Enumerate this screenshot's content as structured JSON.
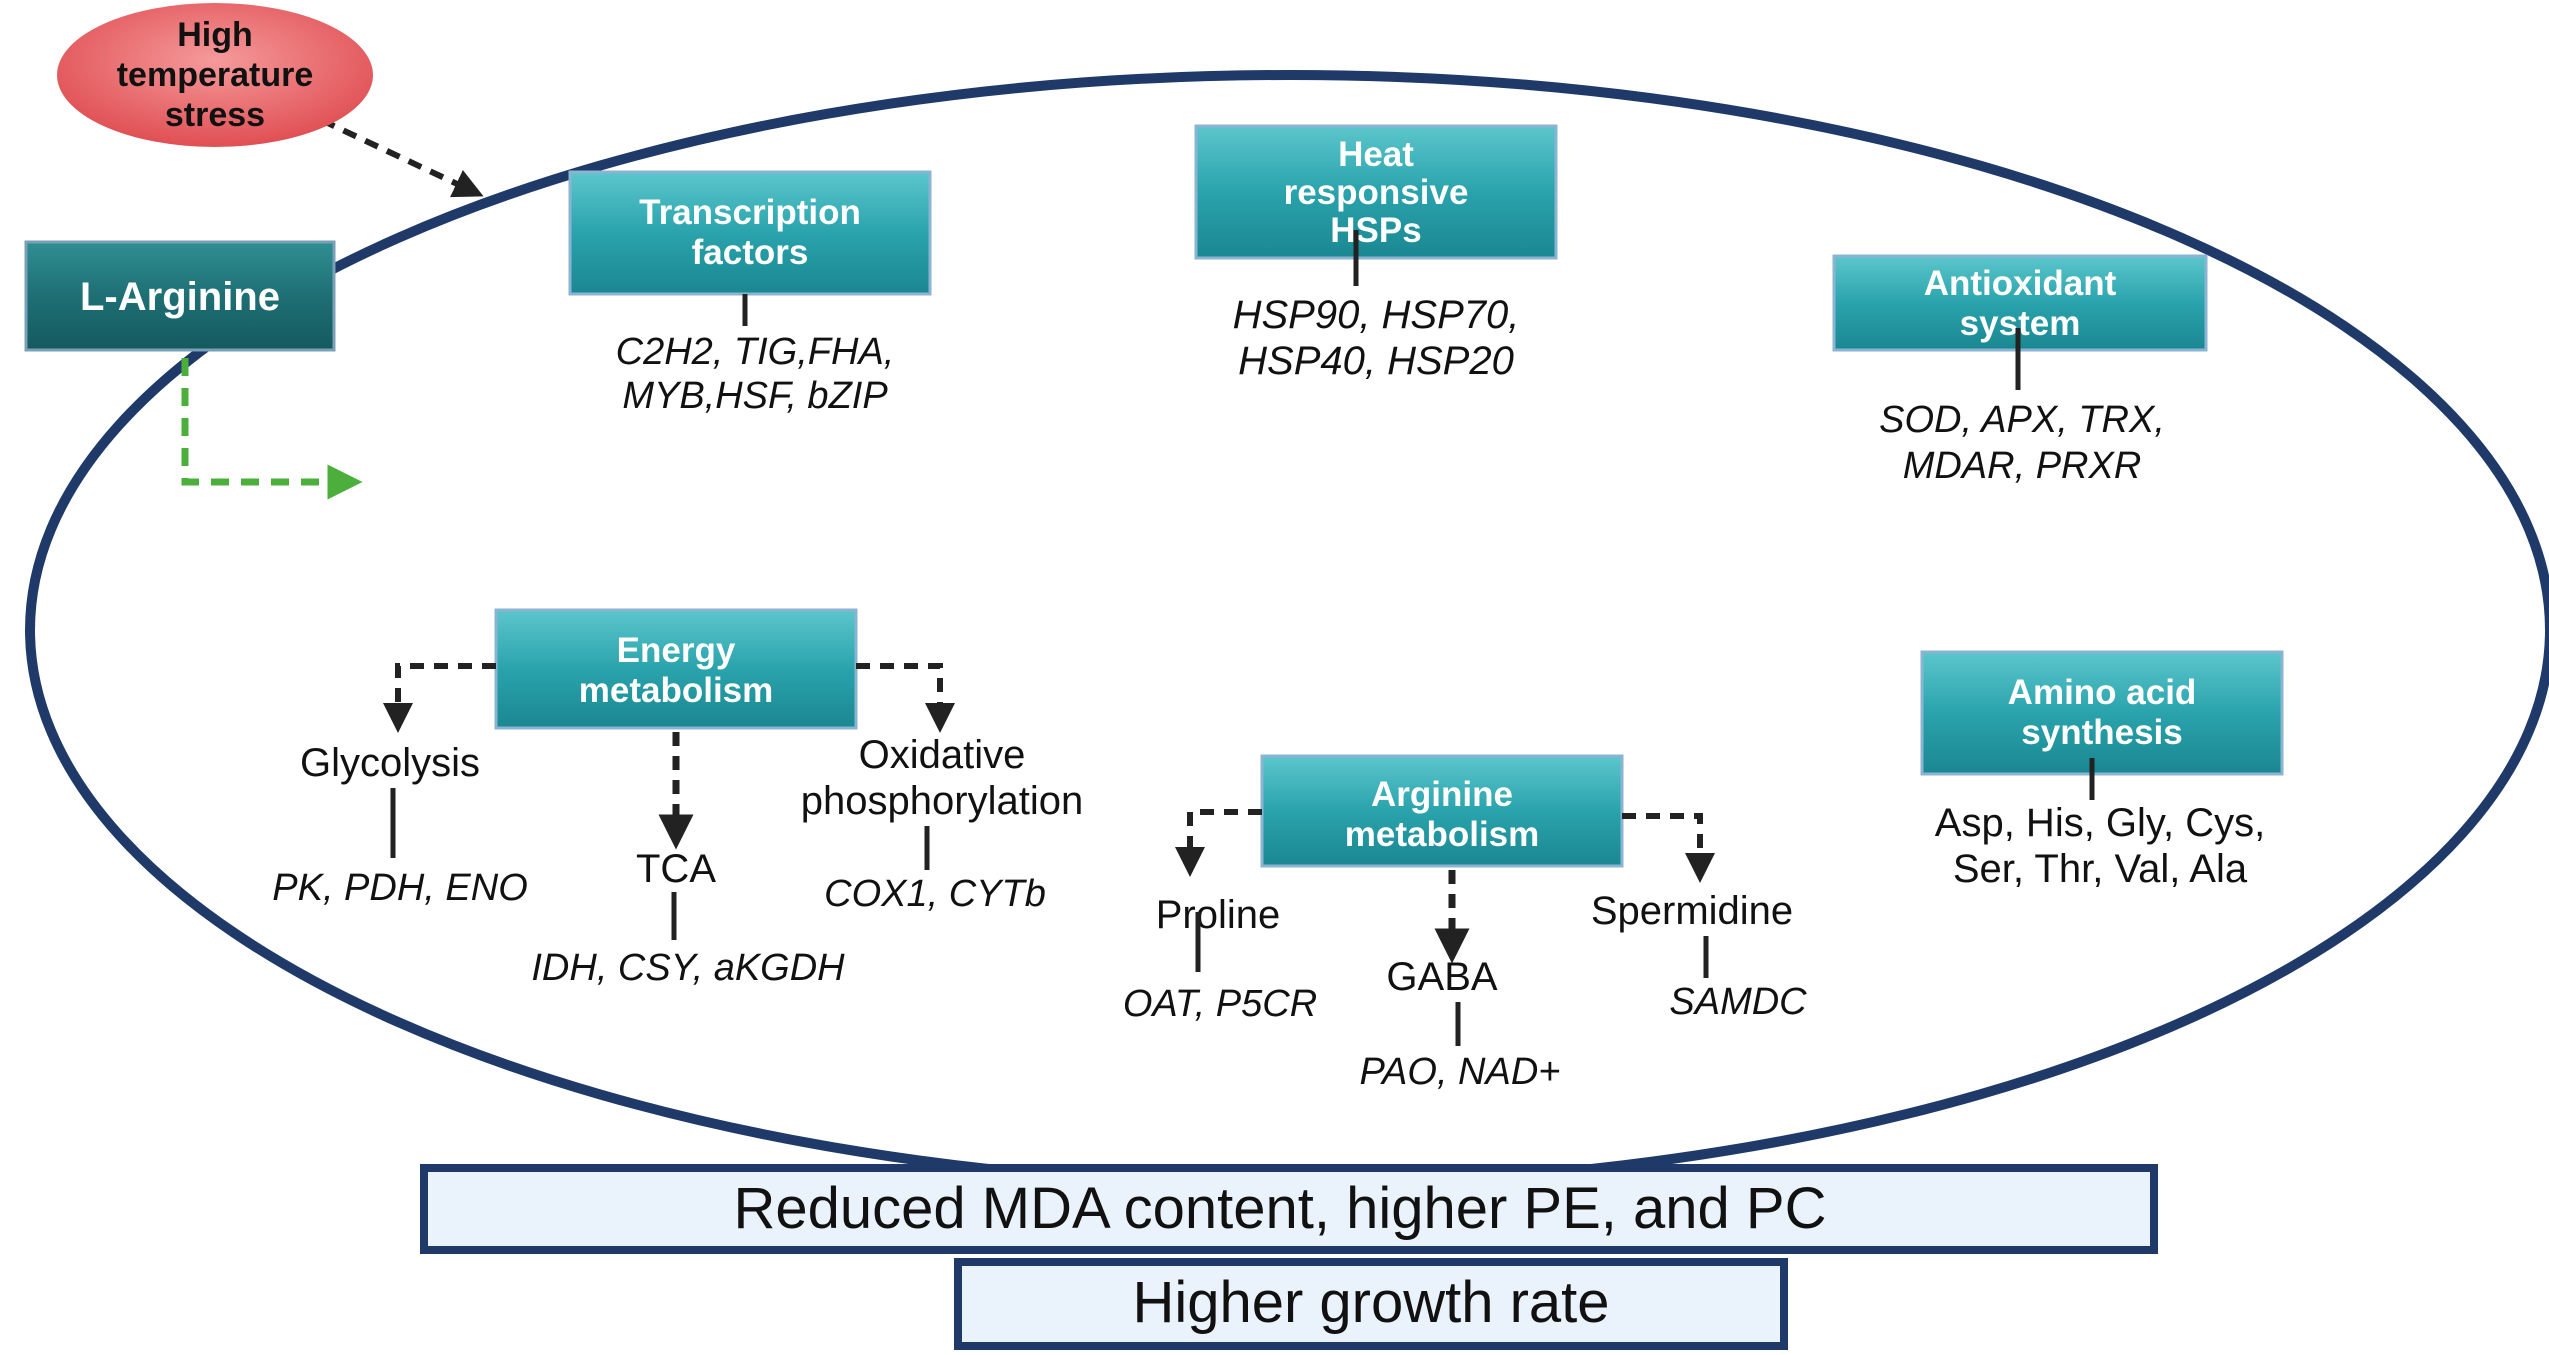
{
  "stress": {
    "lines": [
      "High",
      "temperature",
      "stress"
    ],
    "color": "#e8575a"
  },
  "treatment": {
    "label": "L-Arginine"
  },
  "transcription": {
    "title": [
      "Transcription",
      "factors"
    ],
    "genes": [
      "C2H2, TIG,FHA,",
      "MYB,HSF, bZIP"
    ]
  },
  "hsps": {
    "title": [
      "Heat",
      "responsive",
      "HSPs"
    ],
    "genes": [
      "HSP90, HSP70,",
      "HSP40, HSP20"
    ]
  },
  "antioxidant": {
    "title": [
      "Antioxidant",
      "system"
    ],
    "genes": [
      "SOD, APX, TRX,",
      "MDAR, PRXR"
    ]
  },
  "energy": {
    "title": [
      "Energy",
      "metabolism"
    ],
    "glycolysis": {
      "label": "Glycolysis",
      "genes": "PK, PDH, ENO"
    },
    "tca": {
      "label": "TCA",
      "genes": "IDH, CSY, aKGDH"
    },
    "oxphos": {
      "label": [
        "Oxidative",
        "phosphorylation"
      ],
      "genes": "COX1, CYTb"
    }
  },
  "arginine": {
    "title": [
      "Arginine",
      "metabolism"
    ],
    "proline": {
      "label": "Proline",
      "genes": "OAT, P5CR"
    },
    "gaba": {
      "label": "GABA",
      "genes": "PAO, NAD+"
    },
    "spermidine": {
      "label": "Spermidine",
      "genes": "SAMDC"
    }
  },
  "aminoacid": {
    "title": [
      "Amino acid",
      "synthesis"
    ],
    "list": [
      "Asp, His, Gly, Cys,",
      "Ser, Thr, Val, Ala"
    ]
  },
  "outcome1": {
    "label": "Reduced MDA content,  higher PE, and PC"
  },
  "outcome2": {
    "label": "Higher growth rate"
  },
  "colors": {
    "cell_outline": "#1f3a68",
    "box_fill": "#2fa8b0",
    "banner_fill": "#eaf3fb",
    "arrow_green": "#4caf3c"
  }
}
